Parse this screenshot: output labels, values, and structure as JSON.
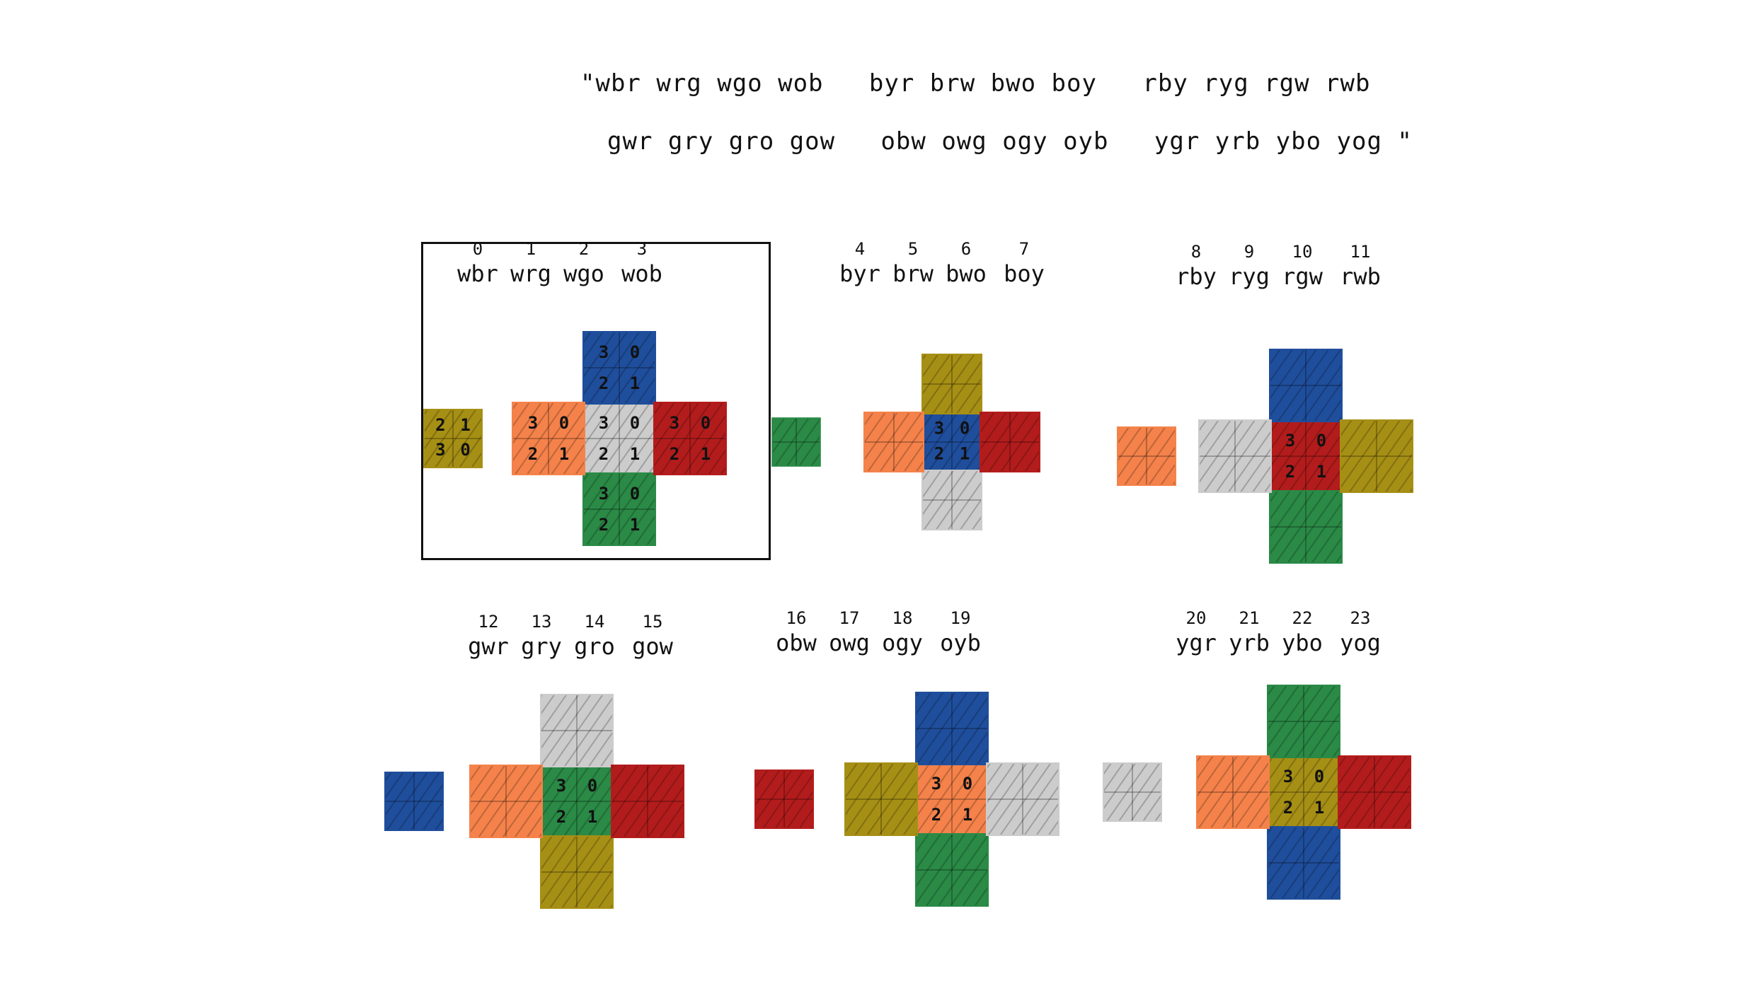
{
  "quote": {
    "line1": "\"wbr wrg wgo wob   byr brw bwo boy   rby ryg rgw rwb",
    "line2": "gwr gry gro gow   obw owg ogy oyb   ygr yrb ybo yog \""
  },
  "colors": {
    "w": "#cccccc",
    "b": "#1f4e9c",
    "r": "#b31c1c",
    "g": "#2a8a46",
    "o": "#f4824a",
    "y": "#a68f15"
  },
  "panels": [
    {
      "numbers": [
        "0",
        "1",
        "2",
        "3"
      ],
      "labels": [
        "wbr",
        "wrg",
        "wgo",
        "wob"
      ],
      "center": "w",
      "up": "b",
      "left": "o",
      "right": "r",
      "down": "g",
      "far": "y",
      "faces_labeled": {
        "up": [
          "3",
          "0",
          "2",
          "1"
        ],
        "left": [
          "3",
          "0",
          "2",
          "1"
        ],
        "center": [
          "3",
          "0",
          "2",
          "1"
        ],
        "right": [
          "3",
          "0",
          "2",
          "1"
        ],
        "down": [
          "3",
          "0",
          "2",
          "1"
        ],
        "far": [
          "2",
          "1",
          "3",
          "0"
        ]
      }
    },
    {
      "numbers": [
        "4",
        "5",
        "6",
        "7"
      ],
      "labels": [
        "byr",
        "brw",
        "bwo",
        "boy"
      ],
      "center": "b",
      "up": "y",
      "left": "o",
      "right": "r",
      "down": "w",
      "far": "g",
      "faces_labeled": {
        "center": [
          "3",
          "0",
          "2",
          "1"
        ]
      }
    },
    {
      "numbers": [
        "8",
        "9",
        "10",
        "11"
      ],
      "labels": [
        "rby",
        "ryg",
        "rgw",
        "rwb"
      ],
      "center": "r",
      "up": "b",
      "left": "w",
      "right": "y",
      "down": "g",
      "far": "o",
      "faces_labeled": {
        "center": [
          "3",
          "0",
          "2",
          "1"
        ]
      }
    },
    {
      "numbers": [
        "12",
        "13",
        "14",
        "15"
      ],
      "labels": [
        "gwr",
        "gry",
        "gro",
        "gow"
      ],
      "center": "g",
      "up": "w",
      "left": "o",
      "right": "r",
      "down": "y",
      "far": "b",
      "faces_labeled": {
        "center": [
          "3",
          "0",
          "2",
          "1"
        ]
      }
    },
    {
      "numbers": [
        "16",
        "17",
        "18",
        "19"
      ],
      "labels": [
        "obw",
        "owg",
        "ogy",
        "oyb"
      ],
      "center": "o",
      "up": "b",
      "left": "y",
      "right": "w",
      "down": "g",
      "far": "r",
      "faces_labeled": {
        "center": [
          "3",
          "0",
          "2",
          "1"
        ]
      }
    },
    {
      "numbers": [
        "20",
        "21",
        "22",
        "23"
      ],
      "labels": [
        "ygr",
        "yrb",
        "ybo",
        "yog"
      ],
      "center": "y",
      "up": "g",
      "left": "o",
      "right": "r",
      "down": "b",
      "far": "w",
      "faces_labeled": {
        "center": [
          "3",
          "0",
          "2",
          "1"
        ]
      }
    }
  ]
}
